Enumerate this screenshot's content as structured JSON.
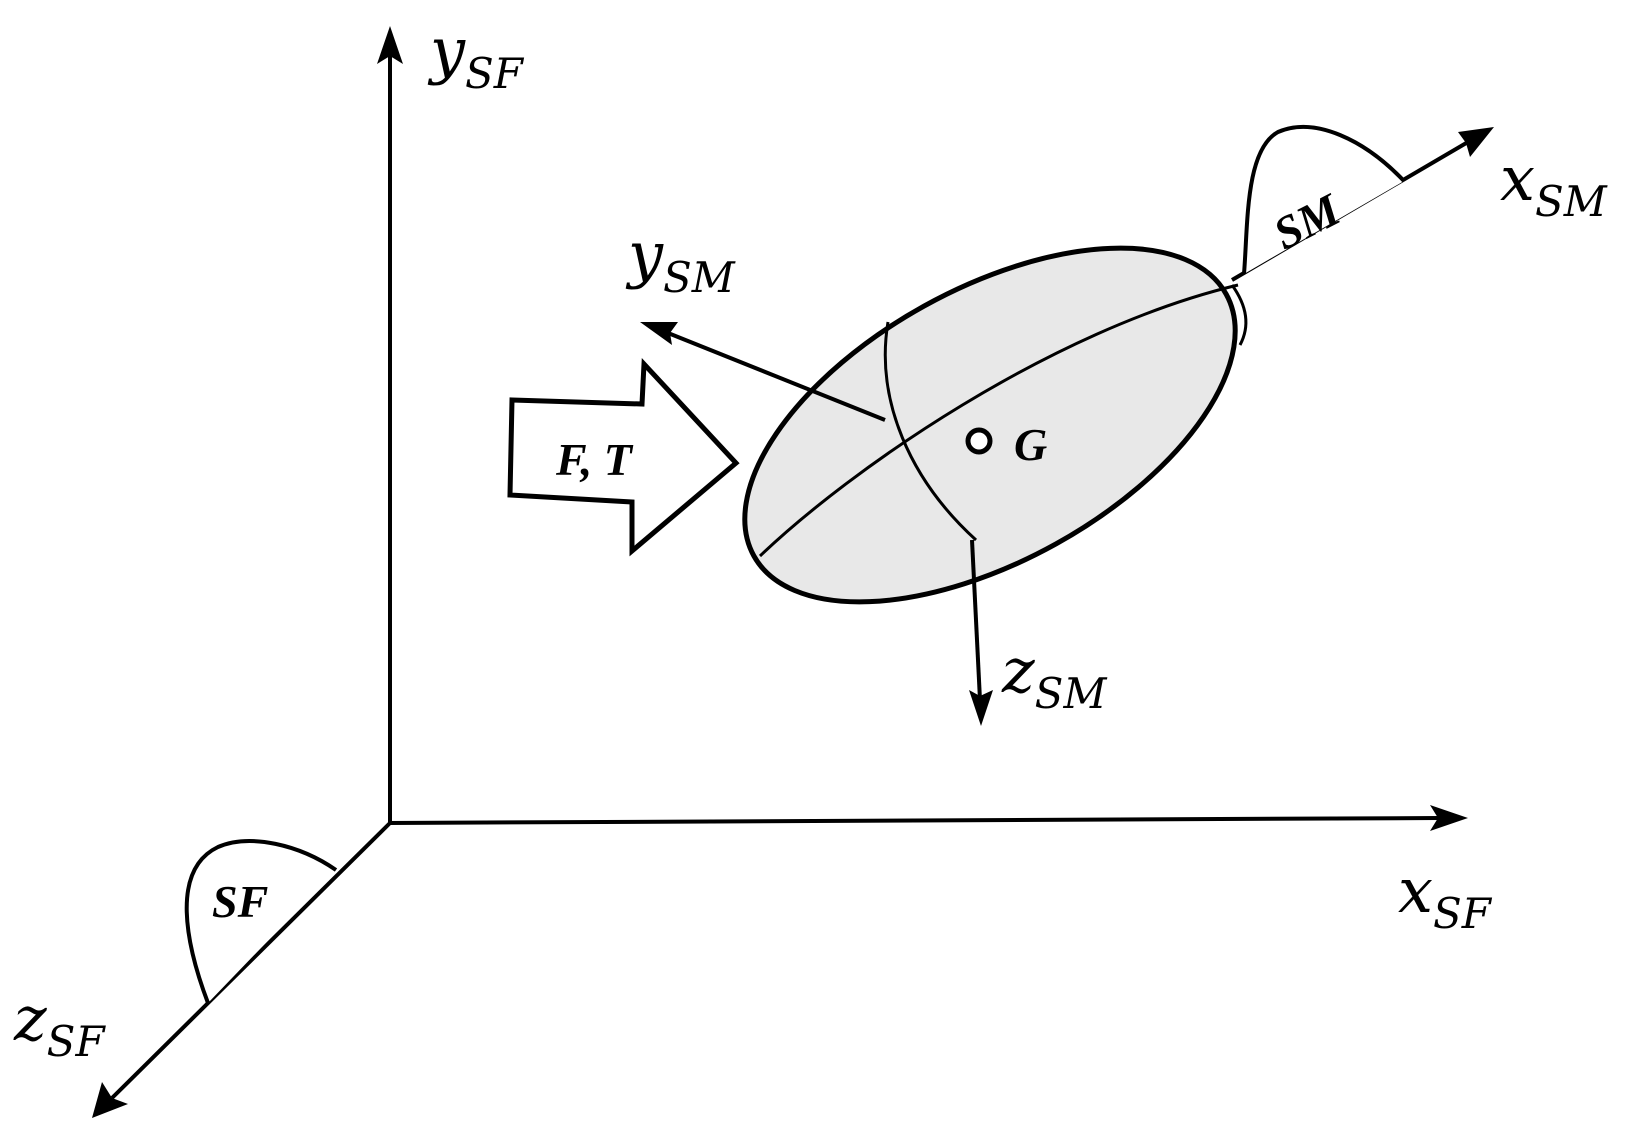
{
  "axes": {
    "sf": {
      "x": {
        "main": "x",
        "sub": "SF"
      },
      "y": {
        "main": "y",
        "sub": "SF"
      },
      "z": {
        "main": "z",
        "sub": "SF"
      }
    },
    "sm": {
      "x": {
        "main": "x",
        "sub": "SM"
      },
      "y": {
        "main": "y",
        "sub": "SM"
      },
      "z": {
        "main": "z",
        "sub": "SM"
      }
    }
  },
  "frame_tags": {
    "space_fixed": "SF",
    "space_moving": "SM"
  },
  "force_label": "F, T",
  "center_label": "G",
  "colors": {
    "line": "#000000",
    "body_fill": "#e8e8e8",
    "background": "#ffffff"
  }
}
